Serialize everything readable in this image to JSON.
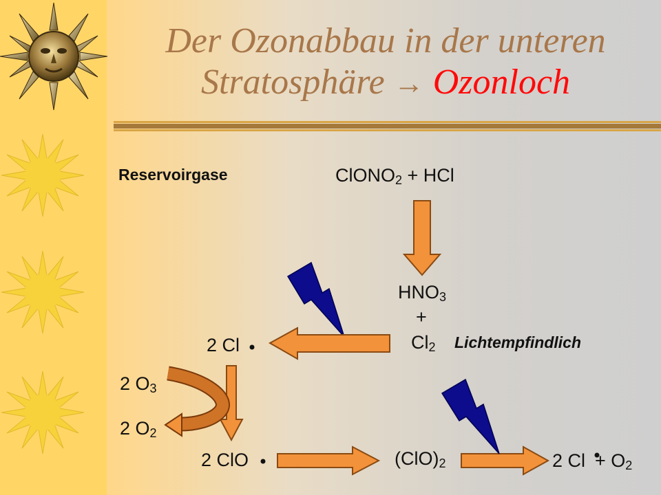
{
  "colors": {
    "sidebar_bg": "#ffd566",
    "sun_yellow": "#f7d23a",
    "title_color": "#a8774a",
    "highlight_red": "#ff0a0a",
    "arrow_orange": "#f2923a",
    "arrow_dark_orange": "#cf7326",
    "lightning_blue": "#0c0c8c"
  },
  "icons": {
    "decorative": [
      "metal-sun-face-icon",
      "sun-icon",
      "sun-icon",
      "sun-icon"
    ],
    "reaction": [
      "lightning-icon",
      "lightning-icon"
    ]
  },
  "title": {
    "line1": "Der Ozonabbau in der unteren",
    "line2": "Stratosphäre",
    "arrow": "→",
    "highlight": "Ozonloch"
  },
  "labels": {
    "reservoir": "Reservoirgase",
    "light_sensitive": "Lichtempfindlich"
  },
  "formulas": {
    "clono2": {
      "pre": "ClONO",
      "sub": "2",
      "post": " + HCl"
    },
    "hno3": {
      "pre": "HNO",
      "sub": "3"
    },
    "plus": "+",
    "cl2": {
      "pre": "Cl",
      "sub": "2"
    },
    "two_cl_radical": "2 Cl",
    "o3": {
      "pre": "2 O",
      "sub": "3"
    },
    "o2": {
      "pre": "2 O",
      "sub": "2"
    },
    "two_clo_radical": "2 ClO",
    "clo_dimer": {
      "pre": "(ClO)",
      "sub": "2"
    },
    "two_cl_plus_o2": {
      "pre": "2 Cl",
      "mid": "+ O",
      "sub": "2"
    }
  }
}
